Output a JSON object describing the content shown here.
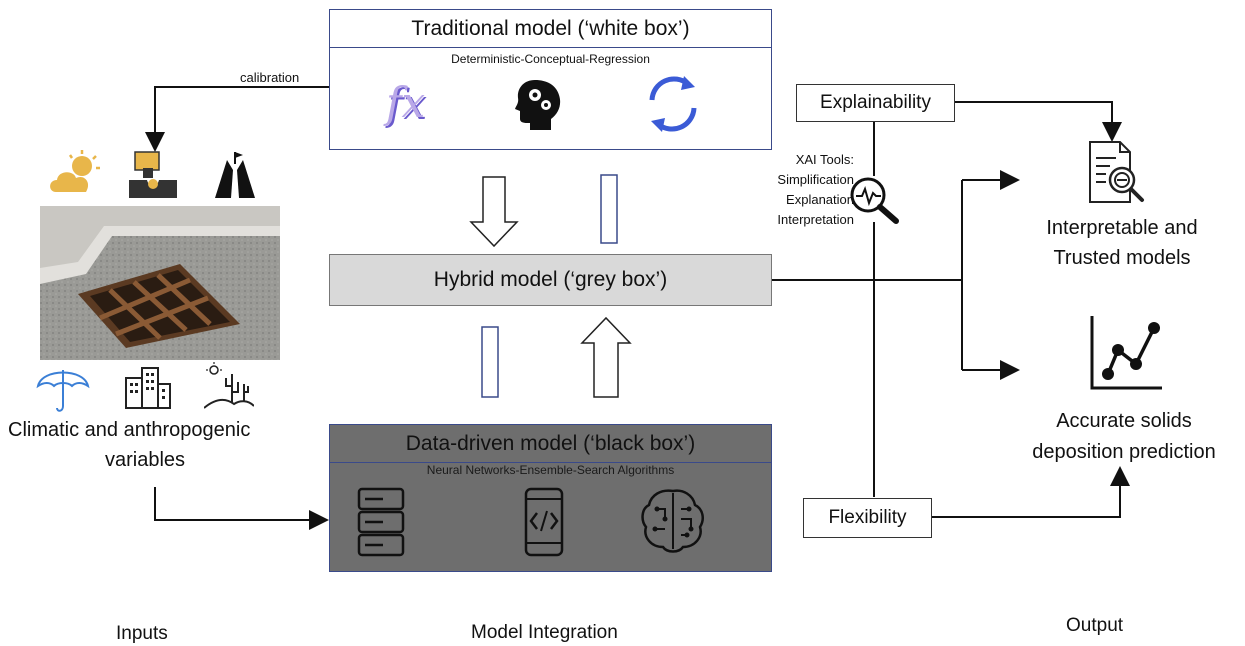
{
  "inputs": {
    "calibration_label": "calibration",
    "variables_label_line1": "Climatic and anthropogenic",
    "variables_label_line2": "variables",
    "section_label": "Inputs"
  },
  "traditional": {
    "title": "Traditional model (‘white box’)",
    "subtitle": "Deterministic-Conceptual-Regression",
    "icon_fx_text": "fx"
  },
  "hybrid": {
    "title": "Hybrid model (‘grey box’)"
  },
  "data_driven": {
    "title": "Data-driven model (‘black box’)",
    "subtitle": "Neural Networks-Ensemble-Search Algorithms"
  },
  "integration": {
    "section_label": "Model Integration"
  },
  "xai": {
    "explainability": "Explainability",
    "flexibility": "Flexibility",
    "tools_line1": "XAI Tools:",
    "tools_line2": "Simplification",
    "tools_line3": "Explanation",
    "tools_line4": "Interpretation"
  },
  "output": {
    "interpretable_line1": "Interpretable and",
    "interpretable_line2": "Trusted models",
    "accurate_line1": "Accurate solids",
    "accurate_line2": "deposition prediction",
    "section_label": "Output"
  },
  "colors": {
    "white_box_border": "#3a4a8a",
    "grey_box_fill": "#d9d9d9",
    "black_box_fill": "#6e6e6e",
    "icon_blue": "#3b5bd6",
    "icon_gold": "#e8b64a"
  }
}
